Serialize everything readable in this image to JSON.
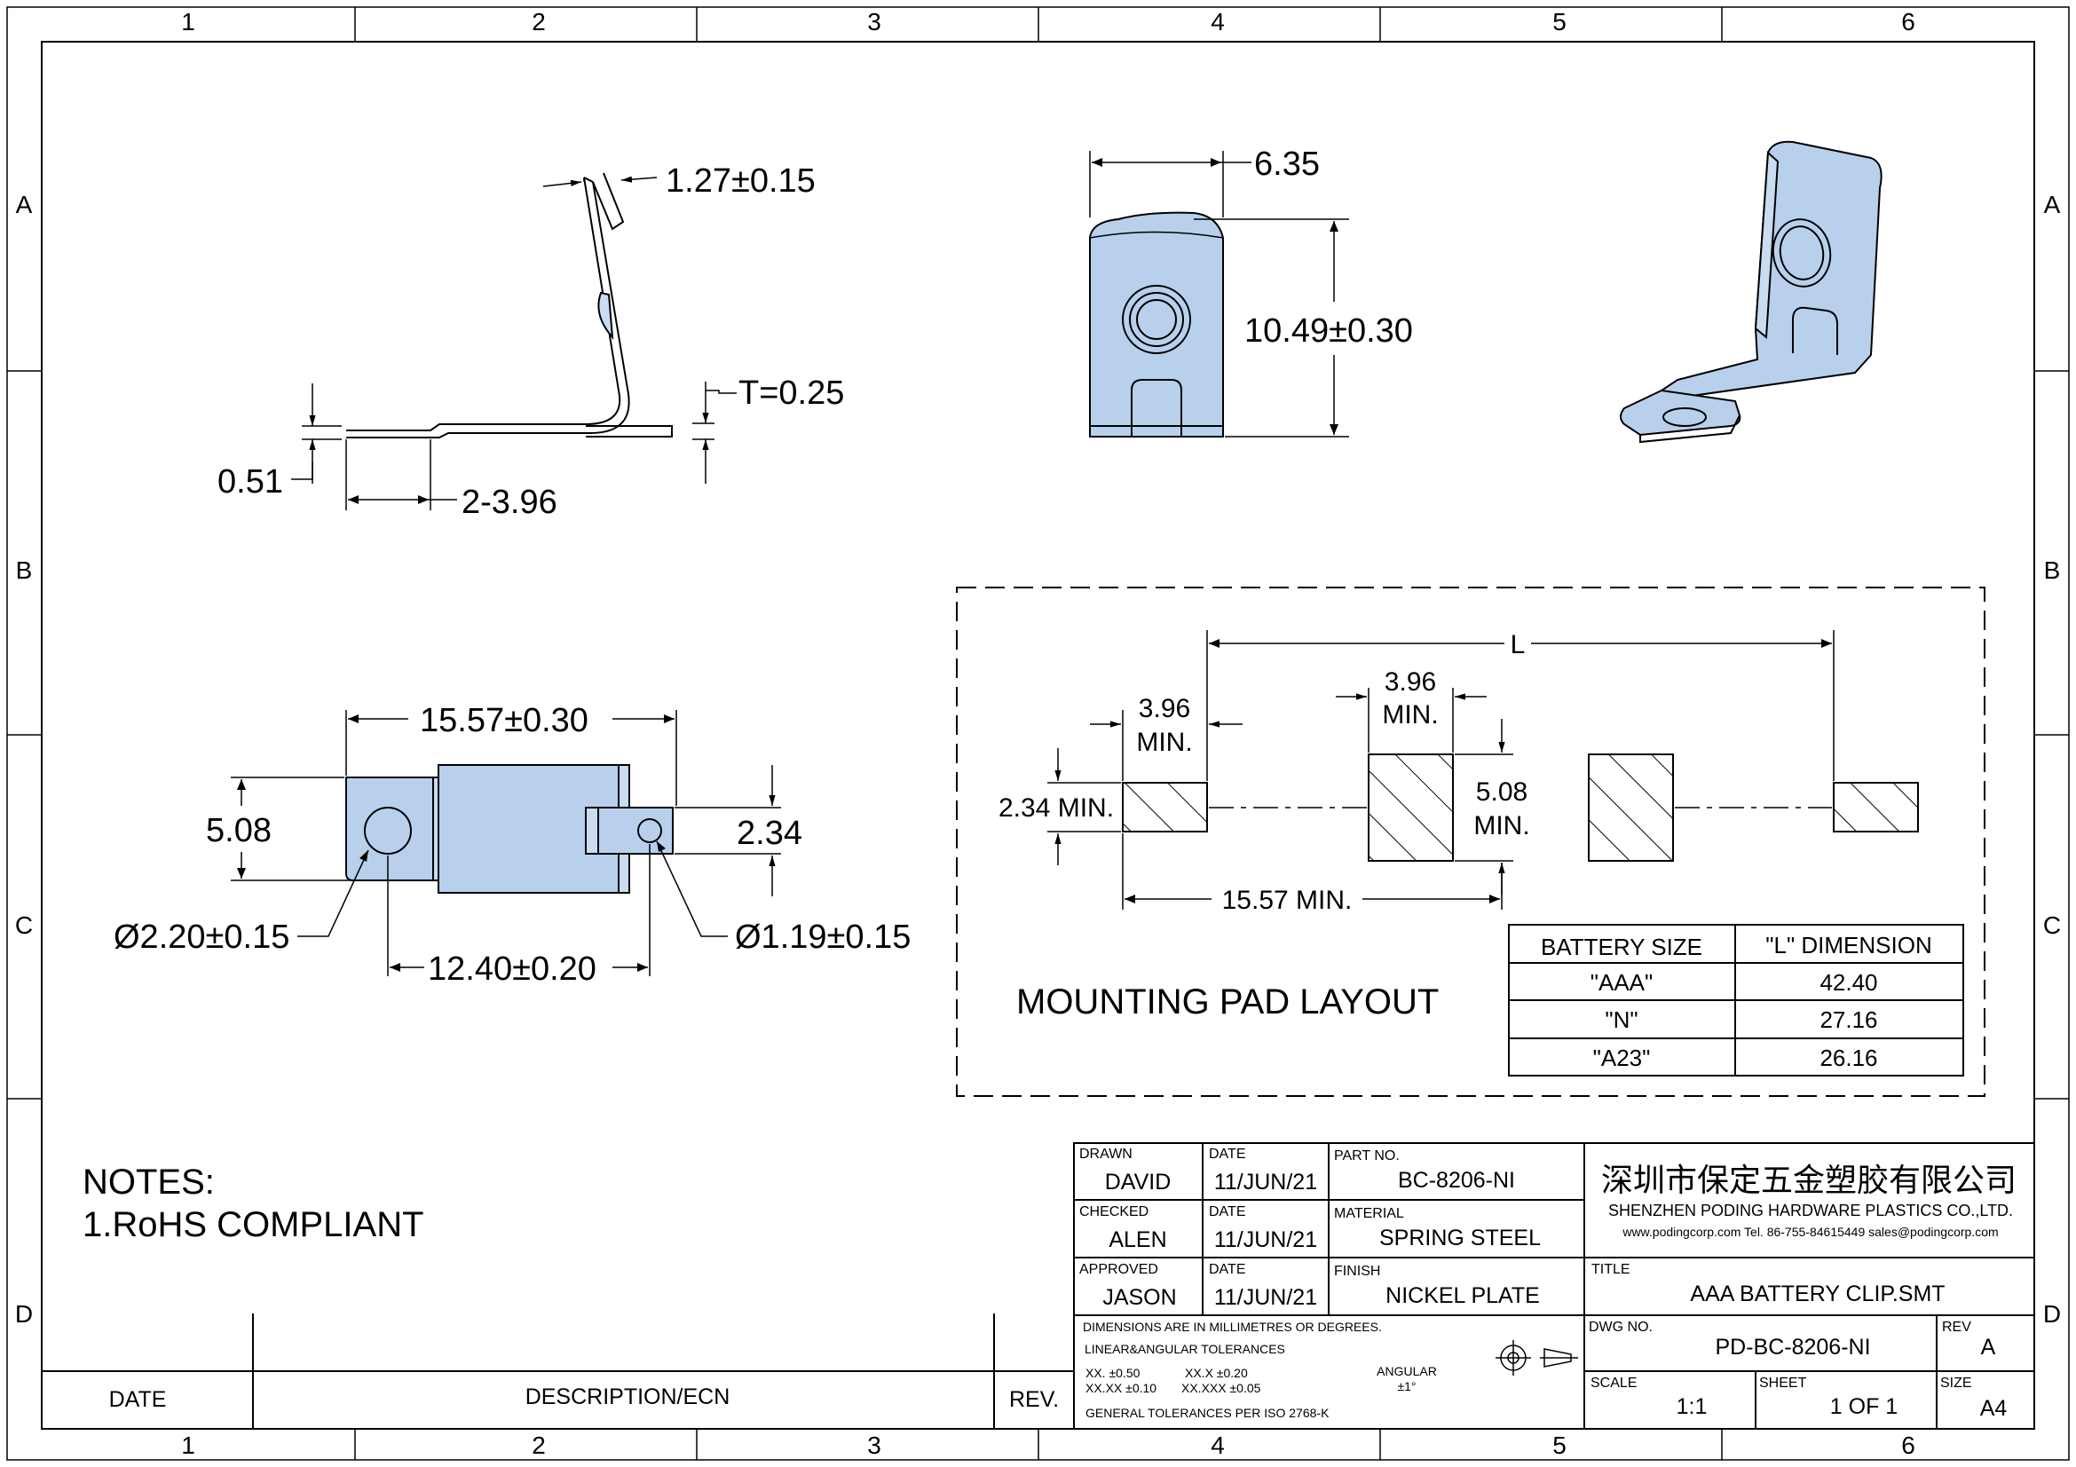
{
  "zones": {
    "columns": [
      "1",
      "2",
      "3",
      "4",
      "5",
      "6"
    ],
    "rows": [
      "A",
      "B",
      "C",
      "D"
    ]
  },
  "views": {
    "side": {
      "dims": [
        "1.27±0.15",
        "T=0.25",
        "0.51",
        "2-3.96"
      ]
    },
    "front": {
      "dims": [
        "6.35",
        "10.49±0.30"
      ]
    },
    "top": {
      "dims": [
        "15.57±0.30",
        "5.08",
        "2.34",
        "Ø2.20±0.15",
        "Ø1.19±0.15",
        "12.40±0.20"
      ]
    }
  },
  "pad_layout": {
    "title": "MOUNTING PAD LAYOUT",
    "L_label": "L",
    "pad1_width": "3.96",
    "pad1_width_min": "MIN.",
    "pad2_width": "3.96",
    "pad2_width_min": "MIN.",
    "pad1_height": "2.34 MIN.",
    "pad2_height": "5.08",
    "pad2_height_min": "MIN.",
    "spacing": "15.57 MIN.",
    "table": {
      "headers": [
        "BATTERY SIZE",
        "\"L\" DIMENSION"
      ],
      "rows": [
        [
          "\"AAA\"",
          "42.40"
        ],
        [
          "\"N\"",
          "27.16"
        ],
        [
          "\"A23\"",
          "26.16"
        ]
      ]
    }
  },
  "notes": {
    "heading": "NOTES:",
    "items": [
      "1.RoHS COMPLIANT"
    ]
  },
  "revision_block": {
    "date_header": "DATE",
    "desc_header": "DESCRIPTION/ECN",
    "rev_header": "REV."
  },
  "title_block": {
    "drawn_label": "DRAWN",
    "drawn": "DAVID",
    "checked_label": "CHECKED",
    "checked": "ALEN",
    "approved_label": "APPROVED",
    "approved": "JASON",
    "date_label": "DATE",
    "date1": "11/JUN/21",
    "date2": "11/JUN/21",
    "date3": "11/JUN/21",
    "part_label": "PART NO.",
    "part": "BC-8206-NI",
    "material_label": "MATERIAL",
    "material": "SPRING STEEL",
    "finish_label": "FINISH",
    "finish": "NICKEL PLATE",
    "company_cn": "深圳市保定五金塑胶有限公司",
    "company_en": "SHENZHEN PODING HARDWARE PLASTICS CO.,LTD.",
    "contact": "www.podingcorp.com   Tel. 86-755-84615449   sales@podingcorp.com",
    "title_label": "TITLE",
    "title": "AAA BATTERY CLIP.SMT",
    "dwg_label": "DWG NO.",
    "dwg": "PD-BC-8206-NI",
    "rev_label": "REV",
    "rev": "A",
    "tol_line1": "DIMENSIONS ARE IN MILLIMETRES OR DEGREES.",
    "tol_line2": "LINEAR&ANGULAR TOLERANCES",
    "tol_xx": "XX.    ±0.50",
    "tol_xx2": "XX.X      ±0.20",
    "tol_xxxx": "XX.XX  ±0.10",
    "tol_xxxx2": "XX.XXX    ±0.05",
    "angular_label": "ANGULAR",
    "angular": "±1°",
    "tol_line3": "GENERAL TOLERANCES PER ISO 2768-K",
    "scale_label": "SCALE",
    "scale": "1:1",
    "sheet_label": "SHEET",
    "sheet": "1 OF 1",
    "size_label": "SIZE",
    "size": "A4"
  },
  "colors": {
    "part_fill": "#b8d0ec",
    "line": "#000000"
  }
}
